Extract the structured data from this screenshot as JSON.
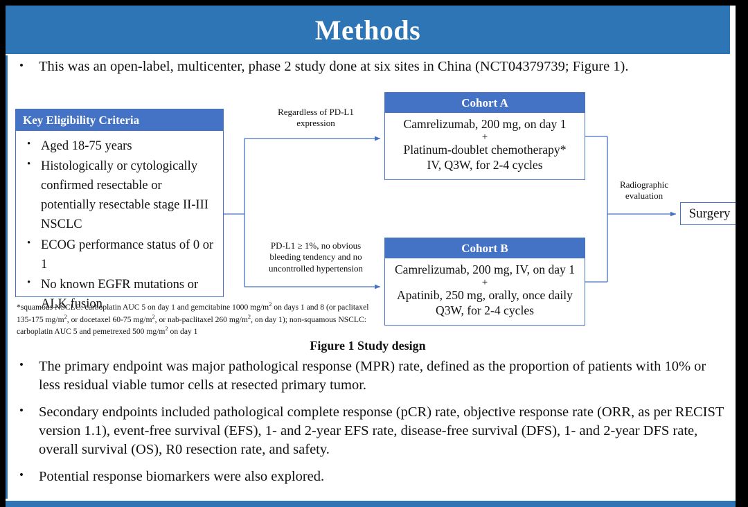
{
  "slide": {
    "title": "Methods",
    "lead_bullet": "This was an open-label, multicenter, phase 2 study done at six sites in China (NCT04379739; Figure 1).",
    "figure_caption": "Figure 1 Study design",
    "bullet_marker": "•"
  },
  "diagram": {
    "eligibility": {
      "header": "Key  Eligibility Criteria",
      "items": [
        "Aged 18-75 years",
        "Histologically or cytologically confirmed resectable or potentially resectable stage II-III  NSCLC",
        "ECOG performance status of 0 or 1",
        "No known EGFR mutations or ALK fusion"
      ]
    },
    "footnote_parts": {
      "a": "*squamous NSCLC: carboplatin AUC 5 on day 1 and gemcitabine 1000 mg/m",
      "b": " on days 1 and 8 (or paclitaxel 135-175  mg/m",
      "c": ", or docetaxel 60-75 mg/m",
      "d": ", or nab-paclitaxel 260 mg/m",
      "e": ", on day 1); non-squamous NSCLC: carboplatin AUC 5 and pemetrexed 500 mg/m",
      "f": " on day 1",
      "sup": "2"
    },
    "cohort_a": {
      "header": "Cohort A",
      "line1": "Camrelizumab, 200 mg, on day 1",
      "plus": "+",
      "line2": "Platinum-doublet chemotherapy*",
      "line3": "IV, Q3W, for 2-4 cycles"
    },
    "cohort_b": {
      "header": "Cohort B",
      "line1": "Camrelizumab, 200 mg, IV, on day 1",
      "plus": "+",
      "line2": "Apatinib, 250 mg, orally, once daily",
      "line3": "Q3W, for 2-4 cycles"
    },
    "edge_labels": {
      "top_line1": "Regardless  of PD-L1",
      "top_line2": "expression",
      "bottom_line1": "PD-L1 ≥ 1%, no obvious",
      "bottom_line2": "bleeding tendency  and no",
      "bottom_line3": "uncontrolled  hypertension",
      "radiographic_line1": "Radiographic",
      "radiographic_line2": "evaluation"
    },
    "surgery": "Surgery"
  },
  "body_bullets": [
    "The primary endpoint was major pathological response (MPR) rate, defined as the proportion of patients with 10% or less residual viable tumor cells at resected primary tumor.",
    "Secondary endpoints included pathological complete response (pCR) rate, objective response rate (ORR, as per RECIST version 1.1), event-free survival (EFS), 1- and 2-year EFS rate, disease-free survival (DFS), 1- and 2-year DFS rate, overall survival (OS), R0 resection rate, and safety.",
    "Potential response biomarkers were also explored."
  ],
  "colors": {
    "title_banner": "#2E75B6",
    "box_header": "#4472C4",
    "wire": "#4472C4"
  }
}
